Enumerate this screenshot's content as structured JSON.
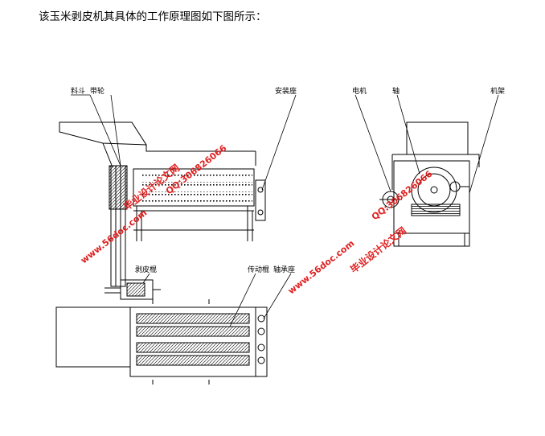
{
  "caption": "该玉米剥皮机其具体的工作原理图如下图所示：",
  "labels": {
    "hopper": "料斗",
    "belt_pulley": "带轮",
    "mounting_seat": "安装座",
    "motor": "电机",
    "shaft": "轴",
    "frame": "机架",
    "peeling_roller": "剥皮棍",
    "drive_roller": "传动棍",
    "bearing_seat": "轴承座"
  },
  "watermarks": {
    "site_name": "毕业设计论文网",
    "website": "www.56doc.com",
    "qq": "QQ:306826066"
  },
  "colors": {
    "line": "#000000",
    "watermark": "#e02020"
  }
}
